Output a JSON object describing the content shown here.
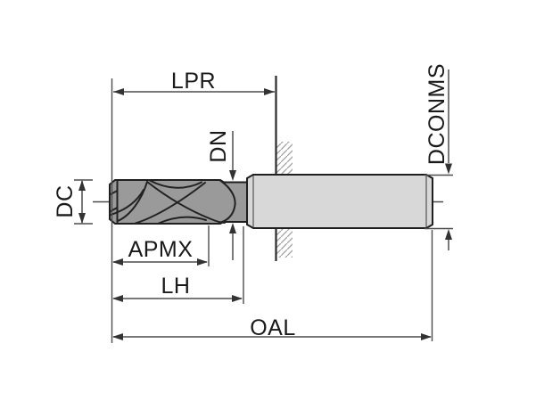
{
  "diagram": {
    "type": "technical-dimension-drawing",
    "subject": "solid-end-mill-side-view",
    "labels": {
      "lpr": "LPR",
      "dconms": "DCONMS",
      "dn": "DN",
      "dc": "DC",
      "apmx": "APMX",
      "lh": "LH",
      "oal": "OAL"
    },
    "colors": {
      "background": "#ffffff",
      "outline": "#1f1f1f",
      "dimension_lines": "#4d4d4d",
      "cutter_fill": "#9a9a9a",
      "shank_fill": "#d8d8d8",
      "hatch": "#9e9e9e",
      "text": "#1a1a1a"
    }
  }
}
